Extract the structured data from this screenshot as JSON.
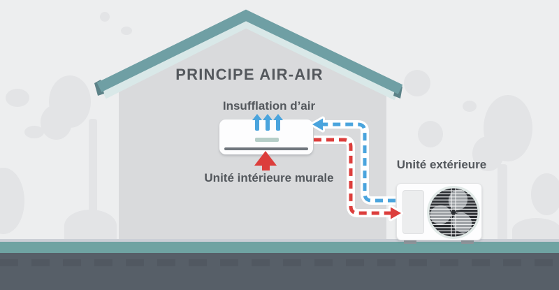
{
  "diagram": {
    "title": "PRINCIPE AIR-AIR",
    "labels": {
      "air_supply": "Insufflation d’air",
      "indoor_unit": "Unité intérieure murale",
      "outdoor_unit": "Unité extérieure"
    },
    "flows": {
      "cold_line": "blue dashed refrigerant line into indoor unit",
      "hot_line": "red dashed refrigerant line to outdoor unit"
    },
    "colors": {
      "background": "#EDEEEF",
      "tree_silhouette": "#E3E4E6",
      "wall_gray": "#D9DADC",
      "roof_teal": "#6F9FA4",
      "roof_underside": "#D9E8E8",
      "ground_teal": "#6FA3A2",
      "ground_dark": "#575F68",
      "flow_cold": "#4AA4DD",
      "flow_hot": "#DC3E3C",
      "text": "#54585D",
      "status_teal": "#B6CEC8",
      "fan_dark": "#2C2F33"
    }
  }
}
